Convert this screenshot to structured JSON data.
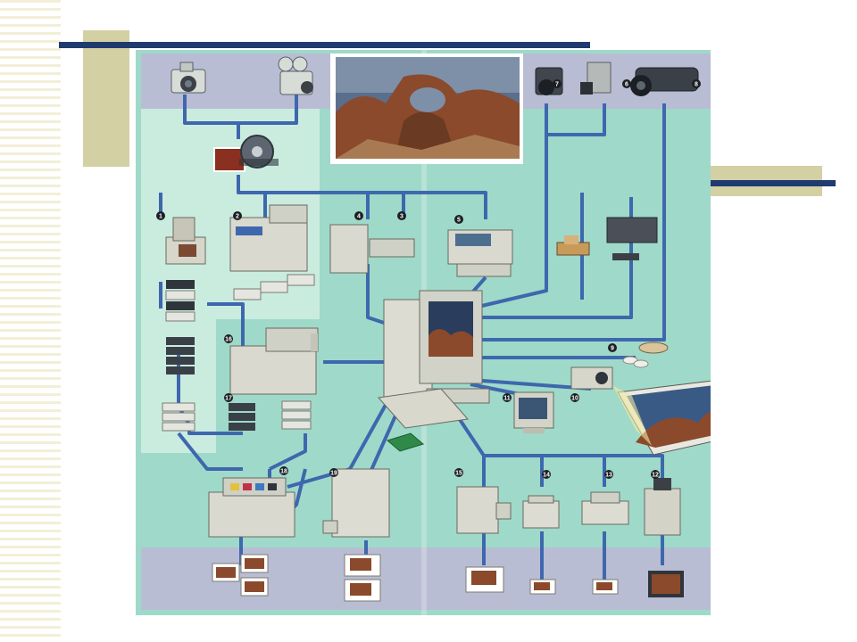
{
  "slide": {
    "accent_color": "#d3d0a3",
    "rule_color": "#1f3b6f",
    "stripe_color": "#f3efd6"
  },
  "diagram": {
    "panel_colors": {
      "top_band": "#b9bdd3",
      "mid_field": "#9fd9c9",
      "inner_field": "#c9ecdf",
      "bottom_band": "#b9bdd3",
      "connection": "#3e67ae"
    },
    "markers": [
      "1",
      "2",
      "3",
      "4",
      "5",
      "6",
      "7",
      "8",
      "9",
      "10",
      "11",
      "12",
      "13",
      "14",
      "15",
      "16",
      "17",
      "18",
      "19"
    ],
    "icons": {
      "still-camera": "camera-icon",
      "movie-camera": "movie-camera-icon",
      "film-reel": "film-reel-icon",
      "landscape-photo": "photo-icon",
      "digital-camera": "digital-camera-icon",
      "video-camera": "video-camera-icon",
      "workstation": "computer-icon",
      "scanner": "scanner-icon",
      "printer": "printer-icon",
      "projector": "projector-icon",
      "monitor": "monitor-icon",
      "press": "printing-press-icon",
      "disk": "disk-icon"
    }
  }
}
